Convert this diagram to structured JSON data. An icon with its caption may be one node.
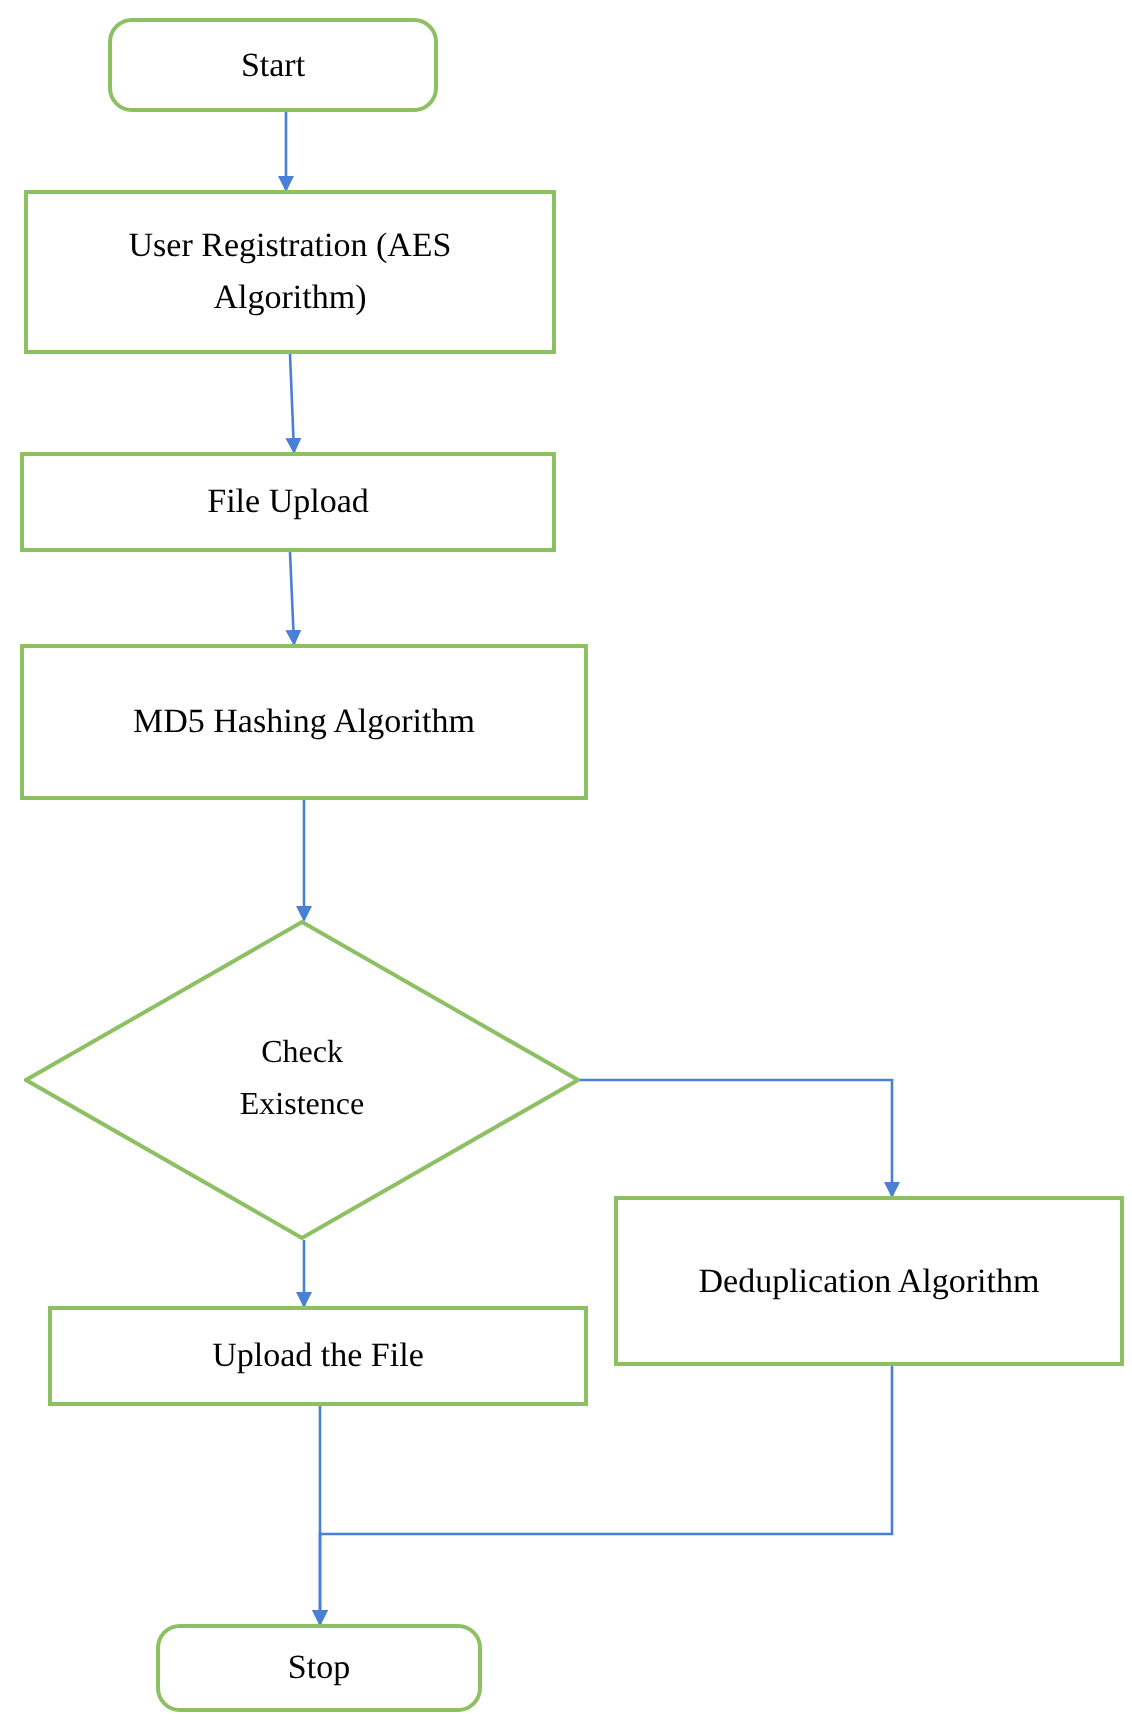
{
  "diagram": {
    "nodes": [
      {
        "text": [
          "Start"
        ]
      },
      {
        "text": [
          "User Registration (AES Algorithm)"
        ]
      },
      {
        "text": [
          "File Upload"
        ]
      },
      {
        "text": [
          "MD5 Hashing Algorithm"
        ]
      },
      {
        "text": [
          "Check Existence"
        ]
      },
      {
        "text": [
          "Upload the File"
        ]
      },
      {
        "text": [
          "Deduplication Algorithm"
        ]
      },
      {
        "text": [
          "Stop"
        ]
      }
    ],
    "edges": [
      {
        "from": 0,
        "to": 1,
        "arrow": "to"
      },
      {
        "from": 1,
        "to": 2,
        "arrow": "to"
      },
      {
        "from": 2,
        "to": 3,
        "arrow": "to"
      },
      {
        "from": 3,
        "to": 4,
        "arrow": "to"
      },
      {
        "from": 4,
        "to": 5,
        "arrow": "to"
      },
      {
        "from": 4,
        "to": 6,
        "arrow": "to"
      },
      {
        "from": 5,
        "to": 7,
        "arrow": "to"
      },
      {
        "from": 6,
        "to": 7,
        "arrow": "to"
      }
    ]
  }
}
